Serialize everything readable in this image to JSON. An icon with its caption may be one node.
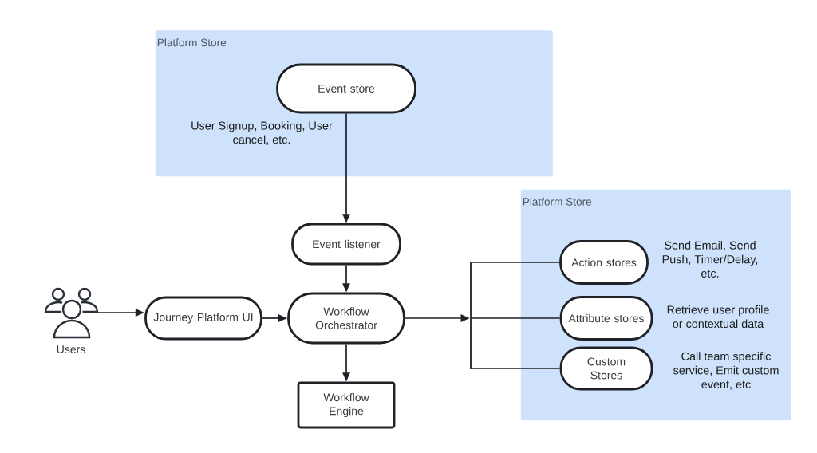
{
  "diagram": {
    "nodes": [
      {
        "text": [
          "Platform Store"
        ]
      },
      {
        "text": [
          "Event store"
        ],
        "in": 0
      },
      {
        "text": [
          "Event listener"
        ]
      },
      {
        "text": [
          "Users"
        ]
      },
      {
        "text": [
          "Journey Platform UI"
        ]
      },
      {
        "text": [
          "Workflow Orchestrator"
        ]
      },
      {
        "text": [
          "Workflow Engine"
        ]
      },
      {
        "text": [
          "Platform Store"
        ]
      },
      {
        "text": [
          "Action stores"
        ],
        "in": 7,
        "beside": [
          "Send Email, Send Push, Timer/Delay, etc."
        ]
      },
      {
        "text": [
          "Attribute stores"
        ],
        "in": 7,
        "beside": [
          "Retrieve user profile or contextual data"
        ]
      },
      {
        "text": [
          "Custom Stores"
        ],
        "in": 7,
        "beside": [
          "Call team specific service, Emit custom event, etc"
        ]
      },
      {
        "text": [],
        "shape": "bar"
      }
    ],
    "edges": [
      {
        "from": 1,
        "to": 2,
        "arrow": "to",
        "label": "User Signup, Booking, User cancel, etc."
      },
      {
        "from": 2,
        "to": 5,
        "arrow": "to"
      },
      {
        "from": 3,
        "to": 4,
        "arrow": "to"
      },
      {
        "from": 4,
        "to": 5,
        "arrow": "to"
      },
      {
        "from": 5,
        "to": 6,
        "arrow": "to"
      },
      {
        "from": 5,
        "to": 11,
        "arrow": "to"
      },
      {
        "from": 11,
        "to": 8,
        "arrow": "none"
      },
      {
        "from": 11,
        "to": 9,
        "arrow": "none"
      },
      {
        "from": 11,
        "to": 10,
        "arrow": "none"
      }
    ]
  }
}
